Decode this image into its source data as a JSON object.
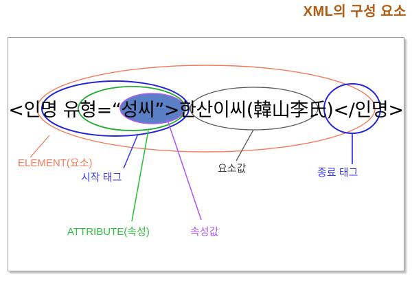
{
  "slide": {
    "title": "XML의 구성 요소",
    "title_color": "#b35a11"
  },
  "code_line": {
    "full_text": "<인명 유형=“성씨”>한산이씨(韓山李氏)</인명>",
    "segments": {
      "start_tag_open": "<인명 ",
      "attribute_name": "유형=",
      "attribute_value": "“성씨”",
      "start_tag_close": ">",
      "element_value": "한산이씨(韓山李氏)",
      "end_tag": "</인명>"
    }
  },
  "annotations": {
    "element": {
      "label": "ELEMENT(요소)",
      "color": "#f4795b"
    },
    "start_tag": {
      "label": "시작 태그",
      "color": "#3a3af0"
    },
    "element_value": {
      "label": "요소값",
      "color": "#3f3f3f"
    },
    "end_tag": {
      "label": "종료 태그",
      "color": "#3a3af0"
    },
    "attribute": {
      "label": "ATTRIBUTE(속성)",
      "color": "#2fbf3f"
    },
    "attribute_value": {
      "label": "속성값",
      "color": "#b05cf0"
    }
  },
  "shapes": {
    "element_ellipse_color": "#f4795b",
    "start_tag_ellipse_color": "#2222dd",
    "attribute_ellipse_color": "#22aa33",
    "attribute_value_fill": "#5b7fc4",
    "attribute_value_stroke": "#b05cf0",
    "element_value_ellipse_color": "#5a5a5a",
    "end_tag_ellipse_color": "#2222dd"
  }
}
